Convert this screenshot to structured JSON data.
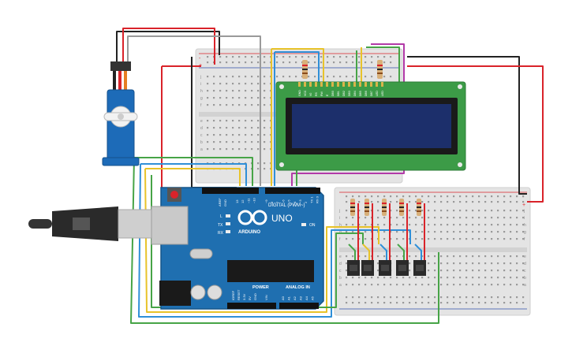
{
  "arduino": {
    "brand": "ARDUINO",
    "model": "UNO",
    "digital_label": "DIGITAL (PWM~)",
    "power_label": "POWER",
    "analog_label": "ANALOG IN",
    "on_label": "ON",
    "tx_label": "TX",
    "rx_label": "RX",
    "l_label": "L",
    "aref_label": "AREF",
    "gnd_label": "GND",
    "ioref_label": "IOREF",
    "reset_label": "RESET",
    "v33_label": "3.3V",
    "v5_label": "5V",
    "vin_label": "VIN",
    "analog_pins": [
      "A0",
      "A1",
      "A2",
      "A3",
      "A4",
      "A5"
    ],
    "digital_pins": [
      "13",
      "12",
      "~11",
      "~10",
      "~9",
      "8",
      "7",
      "~6",
      "~5",
      "4",
      "~3",
      "2",
      "TX 1",
      "RX 0"
    ]
  },
  "lcd": {
    "pins": [
      "GND",
      "VCC",
      "V0",
      "RS",
      "RW",
      "E",
      "DB0",
      "DB1",
      "DB2",
      "DB3",
      "DB4",
      "DB5",
      "DB6",
      "DB7",
      "LED",
      "LED"
    ]
  },
  "breadboard": {
    "row_letters_top": [
      "j",
      "i",
      "h",
      "g",
      "f"
    ],
    "row_letters_bottom": [
      "e",
      "d",
      "c",
      "b",
      "a"
    ],
    "rail_plus": "+",
    "rail_minus": "-"
  },
  "colors": {
    "board": "#1f6fb0",
    "board_edge": "#16568a",
    "lcd_pcb": "#3c9b47",
    "lcd_screen": "#1c2f6b",
    "wire_red": "#d9232a",
    "wire_black": "#222222",
    "wire_gray": "#9a9a9a",
    "wire_green": "#47a447",
    "wire_yellow": "#e8c32a",
    "wire_blue": "#2f8fd8",
    "wire_magenta": "#b23aa8",
    "servo": "#1d6bb8"
  }
}
